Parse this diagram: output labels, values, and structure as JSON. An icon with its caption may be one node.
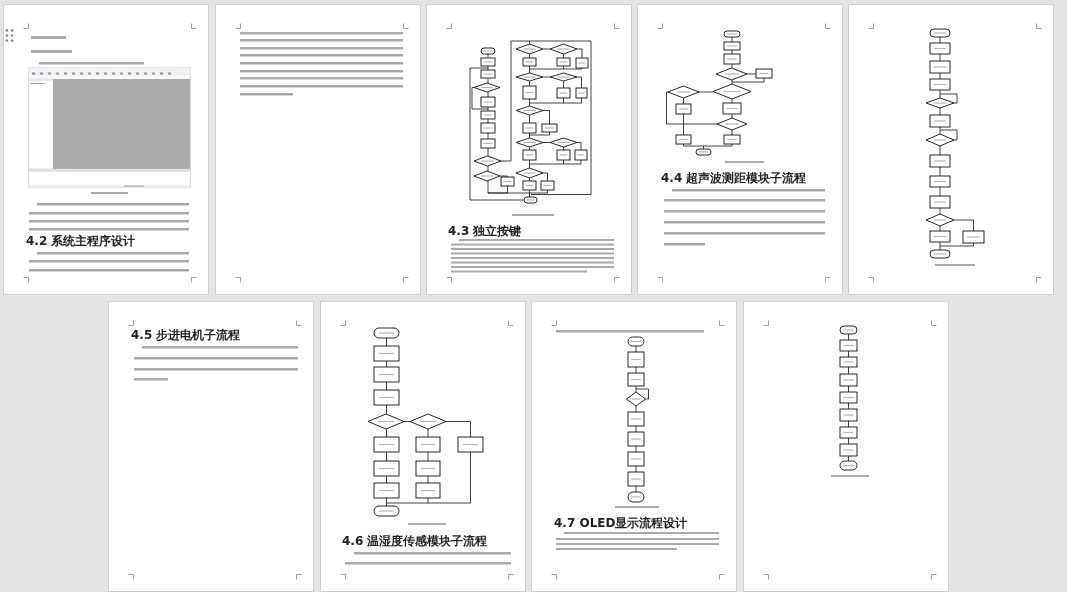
{
  "diagram": {
    "labels": [
      "4.2 系统主程序设计",
      "4.3 独立按键",
      "4.4 超声波测距模块子流程",
      "4.5 步进电机子流程",
      "4.6 温湿度传感模块子流程",
      "4.7 OLED显示流程设计"
    ]
  }
}
